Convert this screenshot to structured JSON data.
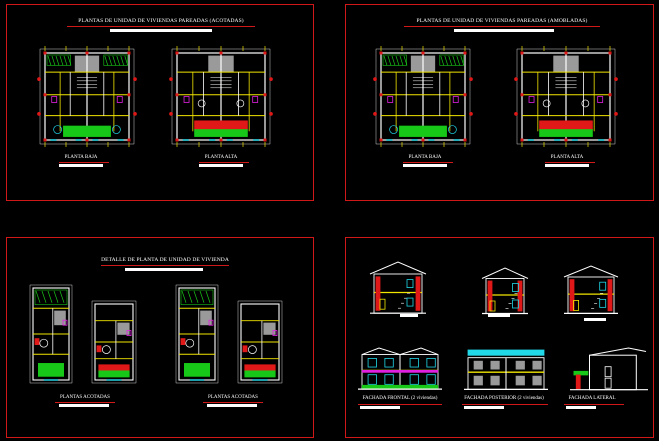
{
  "sheets": {
    "s1": {
      "title": "PLANTAS DE UNIDAD DE VIVIENDAS PAREADAS (ACOTADAS)",
      "labels": [
        "PLANTA BAJA",
        "PLANTA ALTA"
      ]
    },
    "s2": {
      "title": "PLANTAS DE UNIDAD DE VIVIENDAS PAREADAS (AMOBLADAS)",
      "labels": [
        "PLANTA BAJA",
        "PLANTA ALTA"
      ]
    },
    "s3": {
      "title": "DETALLE DE PLANTA DE UNIDAD DE VIVIENDA",
      "labels": [
        "PLANTAS ACOTADAS",
        "PLANTAS ACOTADAS"
      ]
    },
    "s4": {
      "labels": [
        "FACHADA FRONTAL (2 viviendas)",
        "FACHADA POSTERIOR (2 viviendas)",
        "FACHADA LATERAL"
      ]
    }
  },
  "colors": {
    "frame": "#d01818",
    "background": "#000000",
    "wall": "#ffffff",
    "yellow": "#f2e600",
    "green": "#18c818",
    "cyan": "#20d8e8",
    "magenta": "#e020e0",
    "red": "#e01818",
    "gray": "#9a9a9a"
  }
}
